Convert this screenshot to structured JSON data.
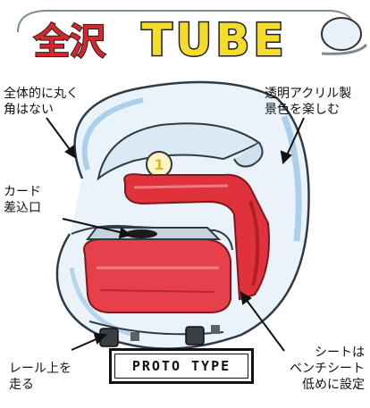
{
  "logo": {
    "prefix": "全沢",
    "main": "TUBE"
  },
  "seat_badge": "1",
  "labels": {
    "round": "全体的に丸く\n角はない",
    "acrylic": "透明アクリル製\n景色を楽しむ",
    "card": "カード\n差込口",
    "seat": "シートは\nベンチシート\n低めに設定",
    "rail": "レール上を\n走る"
  },
  "stamp": "PROTO TYPE",
  "colors": {
    "logo_red": "#d8262a",
    "logo_yellow": "#f4dc2a",
    "seat_red": "#e0323c",
    "glass_blue": "#9ec7e6"
  }
}
